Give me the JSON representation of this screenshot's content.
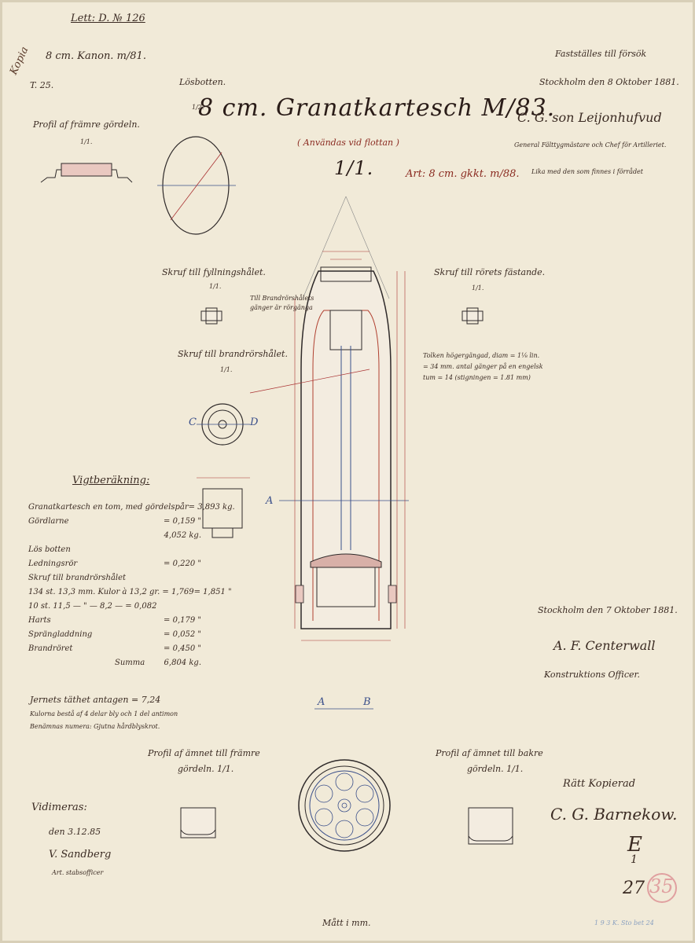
{
  "header": {
    "ref": "Lett: D. № 126",
    "kopia": "Kopia",
    "gun": "8 cm. Kanon. m/81.",
    "sheet_no": "T. 25."
  },
  "title": {
    "main": "8 cm. Granatkartesch M/83.",
    "sub": "( Användas vid flottan )",
    "scale": "1/1.",
    "note": "Art: 8 cm. gkkt. m/88."
  },
  "approval": {
    "l1": "Fastställes till försök",
    "l2": "Stockholm den 8 Oktober 1881.",
    "signature": "C. G. son Leijonhufvud",
    "l3": "General Fälttygmästare och Chef för Artilleriet.",
    "l4": "Lika med den som finnes i förrådet"
  },
  "labels": {
    "los_botten": "Lösbotten.",
    "los_scale": "1/2.",
    "profil_framre": "Profil af främre gördeln.",
    "profil_framre_scale": "1/1.",
    "skruv_fyll": "Skruf till fyllningshålet.",
    "skruv_fyll_scale": "1/1.",
    "skruv_ror": "Skruf till rörets fästande.",
    "skruv_ror_scale": "1/1.",
    "skruv_brand": "Skruf till brandrörshålet.",
    "skruv_brand_scale": "1/1.",
    "brand_note1": "Till Brandrörshålets",
    "brand_note2": "gänger är rörgänga",
    "thread_note1": "Tolken högergängad, diam = 1⅛ lin.",
    "thread_note2": "= 34 mm. antal gänger på en engelsk",
    "thread_note3": "tum = 14 (stigningen = 1.81 mm)",
    "c": "C",
    "d": "D",
    "a": "A",
    "b": "B",
    "profil_amne_fram": "Profil af ämnet till främre",
    "profil_amne_fram2": "gördeln. 1/1.",
    "profil_amne_bak": "Profil af ämnet till bakre",
    "profil_amne_bak2": "gördeln. 1/1.",
    "matt": "Mått i mm."
  },
  "weights": {
    "heading": "Vigtberäkning:",
    "rows": [
      {
        "label": "Granatkartesch en tom, med gördelspår",
        "value": "= 3,893 kg."
      },
      {
        "label": "Gördlarne",
        "value": "= 0,159 \""
      },
      {
        "label": "",
        "value": "4,052 kg."
      },
      {
        "label": "Lös botten",
        "value": ""
      },
      {
        "label": "Ledningsrör",
        "value": "= 0,220 \""
      },
      {
        "label": "Skruf till brandrörshålet",
        "value": ""
      },
      {
        "label": "134 st. 13,3 mm. Kulor à 13,2 gr. = 1,769",
        "value": "= 1,851 \""
      },
      {
        "label": "10 st. 11,5 — \" — 8,2 — = 0,082",
        "value": ""
      },
      {
        "label": "Harts",
        "value": "= 0,179 \""
      },
      {
        "label": "Sprängladdning",
        "value": "= 0,052 \""
      },
      {
        "label": "Brandröret",
        "value": "= 0,450 \""
      },
      {
        "label": "Summa",
        "value": "6,804 kg."
      }
    ],
    "density": "Jernets täthet antagen = 7,24",
    "note1": "Kulorna bestå af 4 delar bly och 1 del antimon",
    "note2": "Benämnas numera: Gjutna hårdblyskrot."
  },
  "officer": {
    "l1": "Stockholm den 7 Oktober 1881.",
    "sig": "A. F. Centerwall",
    "l2": "Konstruktions Officer."
  },
  "copy": {
    "l1": "Rätt Kopierad",
    "sig": "C. G. Barnekow."
  },
  "vidimeras": {
    "l1": "Vidimeras:",
    "l2": "den 3.12.85",
    "sig": "V. Sandberg",
    "l3": "Art. stabsofficer"
  },
  "stamp": {
    "e": "E",
    "num1": "1",
    "num2": "27",
    "red": "35",
    "stamp_text": "1 9 3 K. Sto bet 24"
  },
  "colors": {
    "paper": "#f1ead8",
    "ink": "#3a2a22",
    "red_ink": "#8a2a20",
    "blue_ink": "#3a4f8a"
  }
}
